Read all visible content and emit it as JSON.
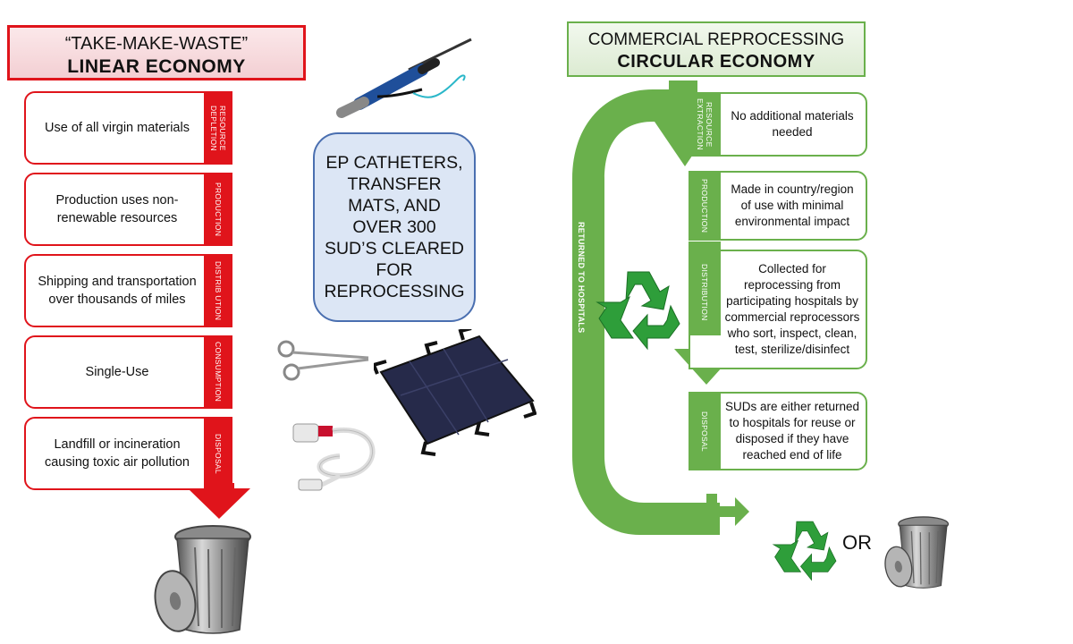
{
  "linear": {
    "header_line1": "“TAKE-MAKE-WASTE”",
    "header_line2": "LINEAR ECONOMY",
    "color": "#e0141b",
    "steps": [
      {
        "tab": "RESOURCE DEPLETION",
        "text": "Use of all virgin materials"
      },
      {
        "tab": "PRODUCTION",
        "text": "Production uses non-renewable resources"
      },
      {
        "tab": "DISTRIB UTION",
        "text": "Shipping and transportation over thousands of miles"
      },
      {
        "tab": "CONSUMPTION",
        "text": "Single-Use"
      },
      {
        "tab": "DISPOSAL",
        "text": "Landfill or incineration causing toxic air pollution"
      }
    ]
  },
  "middle": {
    "box_text": "EP CATHETERS, TRANSFER MATS, AND OVER 300 SUD’S CLEARED FOR REPROCESSING",
    "images": [
      "ep-catheter-image",
      "forceps-image",
      "transfer-mat-image",
      "cable-image"
    ]
  },
  "circular": {
    "header_line1": "COMMERCIAL REPROCESSING",
    "header_line2": "CIRCULAR ECONOMY",
    "color": "#6ab04c",
    "returned_label": "RETURNED TO HOSPITALS",
    "steps": [
      {
        "tab": "RESOURCE EXTRACTION",
        "text": "No additional materials needed"
      },
      {
        "tab": "PRODUCTION",
        "text": "Made in country/region of use with minimal environmental impact"
      },
      {
        "tab": "DISTRIBUTION",
        "text": "Collected for reprocessing from participating hospitals by commercial reprocessors who sort, inspect, clean, test, sterilize/disinfect"
      },
      {
        "tab": "DISPOSAL",
        "text": "SUDs are either returned to hospitals for reuse or disposed if they have reached end of life"
      }
    ],
    "or_text": "OR"
  },
  "icons": [
    "recycle-icon",
    "trash-can-icon"
  ]
}
